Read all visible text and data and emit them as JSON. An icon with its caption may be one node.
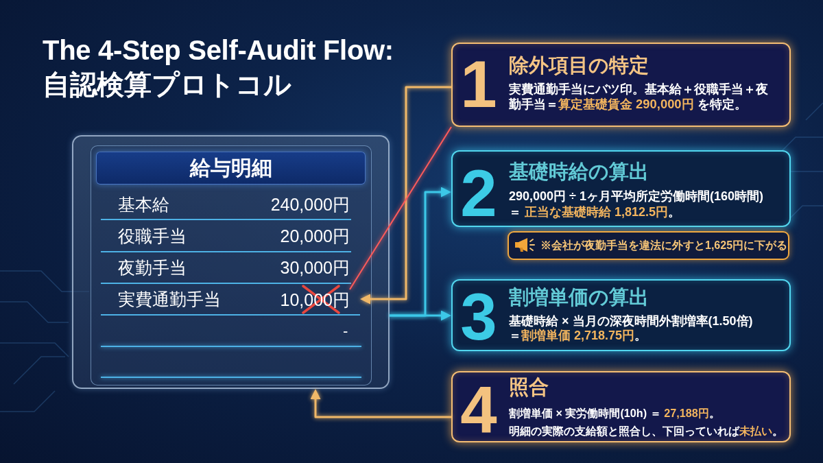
{
  "diagram": {
    "title": "The 4-Step Self-Audit Flow: 自認検算プロトコル",
    "nodes": [
      {
        "text": [
          "給与明細"
        ]
      },
      {
        "text": [
          "基本給",
          "240,000円"
        ],
        "in": 0
      },
      {
        "text": [
          "役職手当",
          "20,000円"
        ],
        "in": 0
      },
      {
        "text": [
          "夜勤手当",
          "30,000円"
        ],
        "in": 0
      },
      {
        "text": [
          "実費通勤手当"
        ],
        "in": 0
      },
      {
        "text": [
          "10,000円"
        ],
        "in": 4
      },
      {
        "text": [
          "1",
          "除外項目の特定",
          "実費通勤手当にバツ印。基本給＋役職手当＋夜勤手当＝**算定基礎賃金 290,000円** を特定。"
        ]
      },
      {
        "text": [
          "2",
          "基礎時給の算出",
          "290,000円 ÷ 1ヶ月平均所定労働時間(160時間)",
          "＝ **正当な基礎時給 1,812.5円**。"
        ]
      },
      {
        "text": [
          "※会社が夜勤手当を違法に外すと1,625円に下がる"
        ]
      },
      {
        "text": [
          "3",
          "割増単価の算出",
          "基礎時給 × 当月の深夜時間外割増率(1.50倍)",
          "＝**割増単価 2,718.75円**。"
        ]
      },
      {
        "text": [
          "4",
          "照合",
          "割増単価 × 実労働時間(10h) ＝ **27,188円**。",
          "明細の実際の支給額と照合し、下回っていれば**未払い**。"
        ]
      }
    ],
    "edges": [
      {
        "from": 6,
        "to": 4,
        "arrow": "to",
        "color": "#f0b868"
      },
      {
        "from": 5,
        "to": 6,
        "arrow": "none",
        "color": "#ff5b5b"
      },
      {
        "from": 0,
        "to": 7,
        "arrow": "to",
        "color": "#3cc8e8"
      },
      {
        "from": 0,
        "to": 9,
        "arrow": "to",
        "color": "#3cc8e8"
      },
      {
        "from": 10,
        "to": 0,
        "arrow": "to",
        "color": "#f0b868"
      }
    ],
    "labels": [
      "-"
    ]
  }
}
